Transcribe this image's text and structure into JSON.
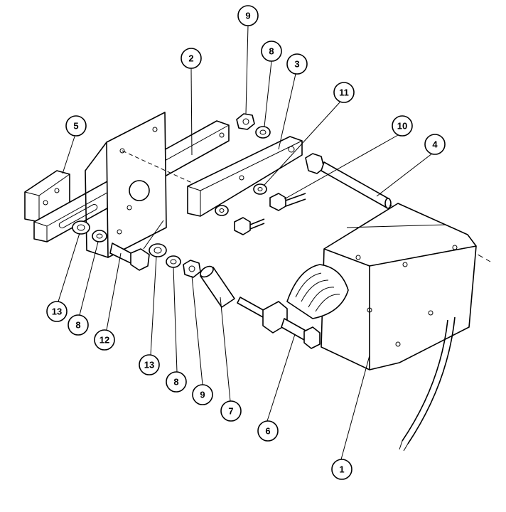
{
  "diagram": {
    "type": "exploded-parts-drawing",
    "callouts": [
      {
        "id": "c9a",
        "label": "9"
      },
      {
        "id": "c8a",
        "label": "8"
      },
      {
        "id": "c3",
        "label": "3"
      },
      {
        "id": "c2",
        "label": "2"
      },
      {
        "id": "c11",
        "label": "11"
      },
      {
        "id": "c10",
        "label": "10"
      },
      {
        "id": "c4",
        "label": "4"
      },
      {
        "id": "c5",
        "label": "5"
      },
      {
        "id": "c13a",
        "label": "13"
      },
      {
        "id": "c8b",
        "label": "8"
      },
      {
        "id": "c12",
        "label": "12"
      },
      {
        "id": "c13b",
        "label": "13"
      },
      {
        "id": "c8c",
        "label": "8"
      },
      {
        "id": "c9b",
        "label": "9"
      },
      {
        "id": "c7",
        "label": "7"
      },
      {
        "id": "c6",
        "label": "6"
      },
      {
        "id": "c1",
        "label": "1"
      }
    ]
  }
}
